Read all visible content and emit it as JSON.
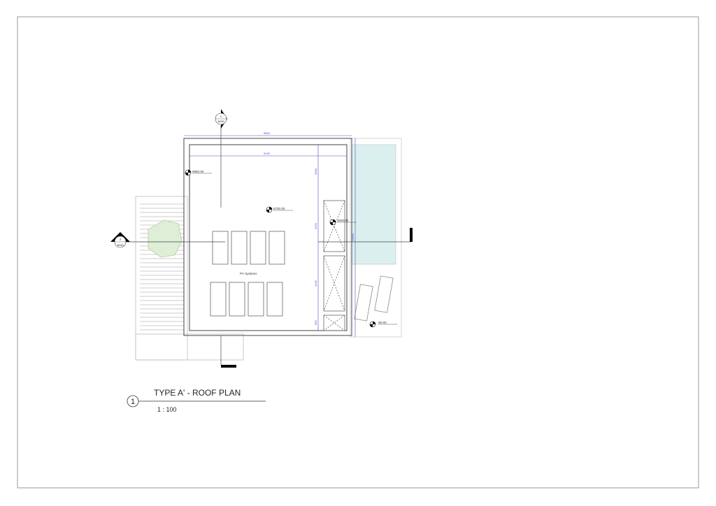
{
  "title": {
    "number": "1",
    "name": "TYPE A' - ROOF PLAN",
    "scale": "1 : 100"
  },
  "sections": [
    {
      "number": "1",
      "sheet": "A110"
    },
    {
      "number": "2",
      "sheet": "A110"
    }
  ],
  "levels": {
    "parapet": "6950.00",
    "roof": "6700.00",
    "skylight": "3000.00",
    "ground": "-50.00"
  },
  "dimensions": {
    "overall_width": "9800",
    "inner_width": "9100",
    "seg1": "3300",
    "seg2": "3125",
    "seg3": "3125",
    "seg4": "900",
    "overall_depth": "11400"
  },
  "labels": {
    "pv": "PV Systems"
  },
  "colors": {
    "dimension": "#4a4ac8",
    "pool": "#dcefef",
    "tree": "#b9d6a8",
    "line": "#555555"
  }
}
